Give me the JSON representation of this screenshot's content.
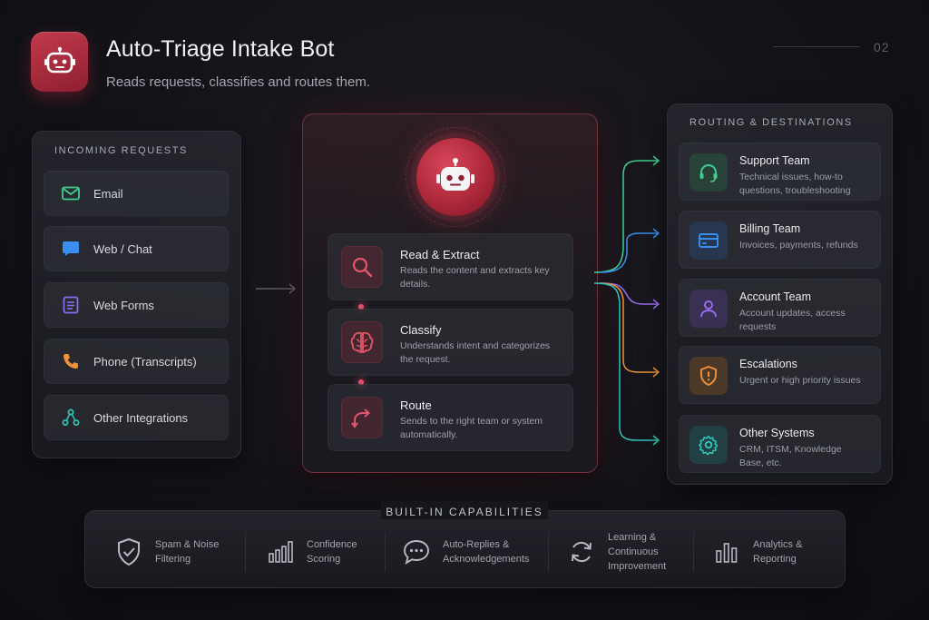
{
  "header": {
    "title": "Auto-Triage Intake Bot",
    "subtitle": "Reads requests, classifies and routes them.",
    "page_number": "02"
  },
  "incoming": {
    "heading": "INCOMING REQUESTS",
    "items": [
      {
        "label": "Email",
        "icon": "mail-icon",
        "color": "#3ecf8e"
      },
      {
        "label": "Web / Chat",
        "icon": "chat-icon",
        "color": "#3a8ef0"
      },
      {
        "label": "Web Forms",
        "icon": "form-icon",
        "color": "#8b6cf0"
      },
      {
        "label": "Phone (Transcripts)",
        "icon": "phone-icon",
        "color": "#f0903a"
      },
      {
        "label": "Other Integrations",
        "icon": "share-nodes-icon",
        "color": "#2fc6b8"
      }
    ]
  },
  "pipeline": {
    "steps": [
      {
        "title": "Read & Extract",
        "desc": "Reads the content and extracts key details.",
        "icon": "search-icon"
      },
      {
        "title": "Classify",
        "desc": "Understands intent and categorizes the request.",
        "icon": "brain-icon"
      },
      {
        "title": "Route",
        "desc": "Sends to the right team or system automatically.",
        "icon": "route-arrow-icon"
      }
    ],
    "accent": "#d8475b"
  },
  "routing": {
    "heading": "ROUTING & DESTINATIONS",
    "items": [
      {
        "title": "Support Team",
        "desc": "Technical issues, how-to questions, troubleshooting",
        "icon": "headset-icon",
        "color": "#3ecf8e"
      },
      {
        "title": "Billing Team",
        "desc": "Invoices, payments, refunds",
        "icon": "credit-card-icon",
        "color": "#3a8ef0"
      },
      {
        "title": "Account Team",
        "desc": "Account updates, access requests",
        "icon": "user-icon",
        "color": "#9a6cf0"
      },
      {
        "title": "Escalations",
        "desc": "Urgent or high priority issues",
        "icon": "shield-alert-icon",
        "color": "#f0903a"
      },
      {
        "title": "Other Systems",
        "desc": "CRM, ITSM, Knowledge Base, etc.",
        "icon": "gear-icon",
        "color": "#2fc6b8"
      }
    ]
  },
  "capabilities": {
    "heading": "BUILT-IN CAPABILITIES",
    "items": [
      {
        "label_line1": "Spam & Noise",
        "label_line2": "Filtering",
        "label_line3": "",
        "icon": "shield-check-icon"
      },
      {
        "label_line1": "Confidence",
        "label_line2": "Scoring",
        "label_line3": "",
        "icon": "bars-icon"
      },
      {
        "label_line1": "Auto-Replies &",
        "label_line2": "Acknowledgements",
        "label_line3": "",
        "icon": "speech-bubble-icon"
      },
      {
        "label_line1": "Learning &",
        "label_line2": "Continuous",
        "label_line3": "Improvement",
        "icon": "refresh-icon"
      },
      {
        "label_line1": "Analytics &",
        "label_line2": "Reporting",
        "label_line3": "",
        "icon": "analytics-icon"
      }
    ]
  }
}
